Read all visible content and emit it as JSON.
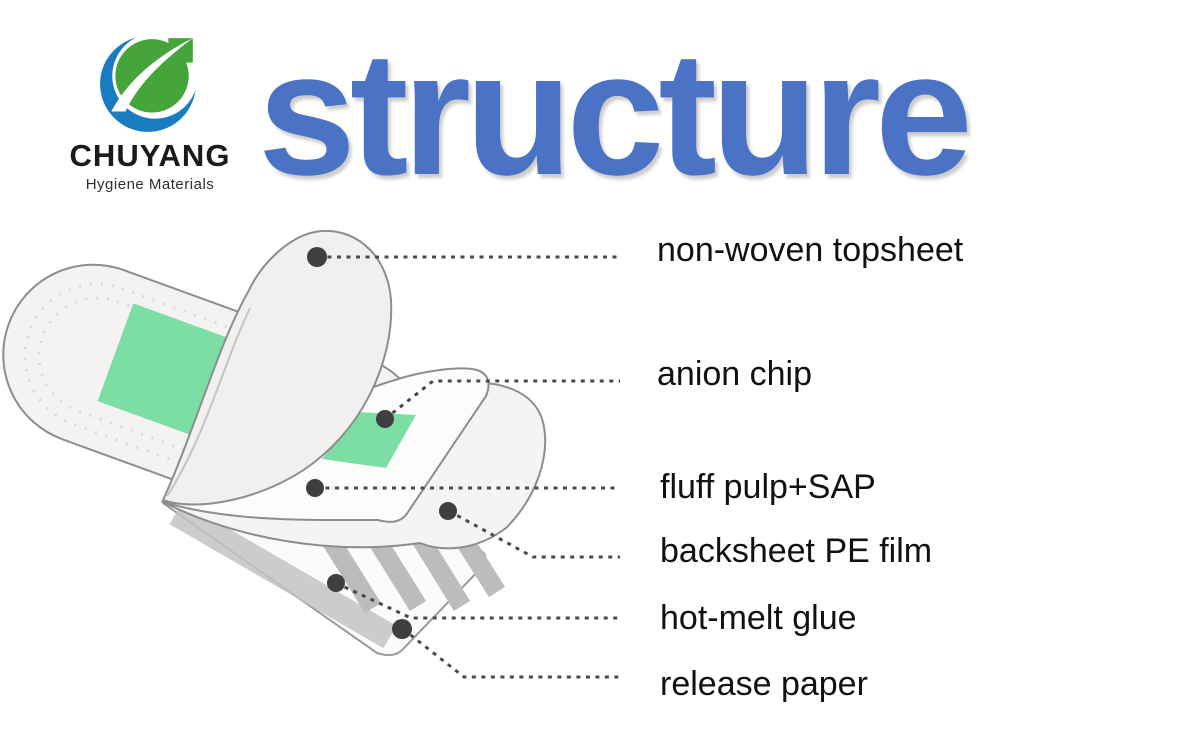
{
  "header": {
    "logo": {
      "company": "CHUYANG",
      "tagline": "Hygiene Materials"
    },
    "title": "structure"
  },
  "diagram": {
    "labels": [
      {
        "id": "non-woven-topsheet",
        "text": "non-woven topsheet"
      },
      {
        "id": "anion-chip",
        "text": "anion chip"
      },
      {
        "id": "fluff-pulp-sap",
        "text": "fluff pulp+SAP"
      },
      {
        "id": "backsheet-pe-film",
        "text": "backsheet PE film"
      },
      {
        "id": "hot-melt-glue",
        "text": "hot-melt glue"
      },
      {
        "id": "release-paper",
        "text": "release paper"
      }
    ]
  },
  "colors": {
    "title_blue": "#4a73c6",
    "logo_blue": "#1a7cc0",
    "logo_green": "#46a53a",
    "chip_green": "#7cdda5",
    "pad_fill": "#f4f3f1",
    "outline_gray": "#8d8d8d",
    "glue_gray": "#bcbcbc",
    "dot_gray": "#3f3f3f",
    "line_gray": "#4a4a4a",
    "label_text": "#111111"
  }
}
